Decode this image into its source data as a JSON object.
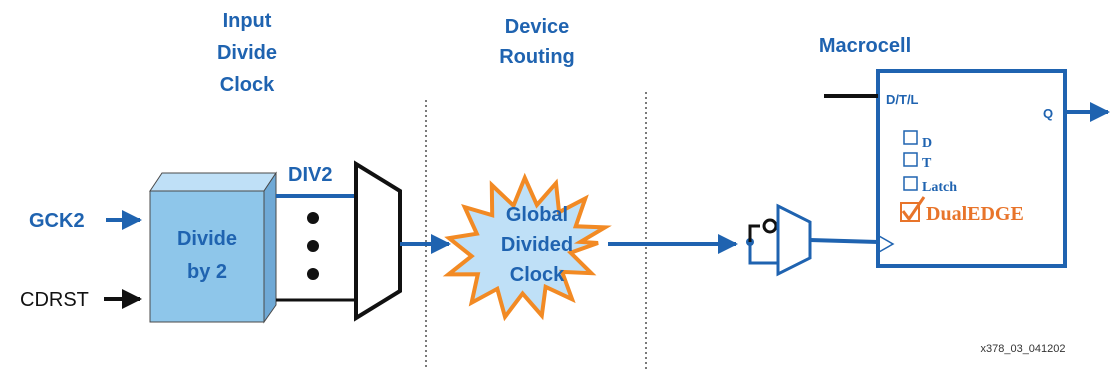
{
  "headings": {
    "input_divide_clock": [
      "Input",
      "Divide",
      "Clock"
    ],
    "device_routing": [
      "Device",
      "Routing"
    ],
    "macrocell": "Macrocell"
  },
  "inputs": {
    "gck2": "GCK2",
    "cdrst": "CDRST"
  },
  "divider_block": [
    "Divide",
    "by 2"
  ],
  "div2_label": "DIV2",
  "starburst_text": [
    "Global",
    "Divided",
    "Clock"
  ],
  "macrocell_box": {
    "input_label": "D/T/L",
    "output_label": "Q",
    "options": [
      {
        "label": "D",
        "checked": false
      },
      {
        "label": "T",
        "checked": false
      },
      {
        "label": "Latch",
        "checked": false
      },
      {
        "label": "DualEDGE",
        "checked": true
      }
    ]
  },
  "figure_id": "x378_03_041202",
  "colors": {
    "blue": "#1f63b0",
    "block_fill": "#8ec6ea",
    "star_fill": "#bfe0f7",
    "star_stroke": "#f28a24",
    "dualedge": "#e8742a"
  }
}
